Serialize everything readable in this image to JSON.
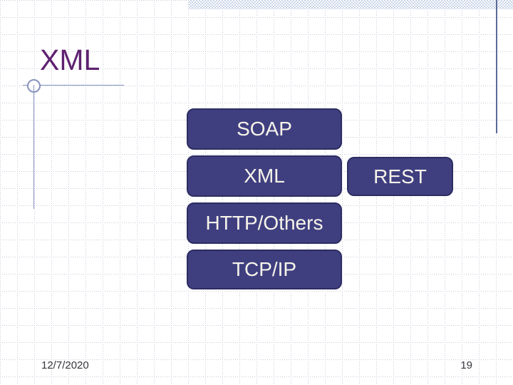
{
  "slide": {
    "title": "XML",
    "diagram": {
      "boxes": [
        {
          "id": "soap",
          "label": "SOAP"
        },
        {
          "id": "xml",
          "label": "XML"
        },
        {
          "id": "rest",
          "label": "REST"
        },
        {
          "id": "http_others",
          "label": "HTTP/Others"
        },
        {
          "id": "tcp_ip",
          "label": "TCP/IP"
        }
      ]
    },
    "footer": {
      "date": "12/7/2020",
      "page_number": "19"
    },
    "colors": {
      "box_fill": "#3f3f80",
      "box_border": "#2d2d62",
      "box_text": "#f7f4ea",
      "title_text": "#5e2170",
      "ornament_line": "#8693be",
      "right_accent_line": "#5a6a99",
      "checker_band": "#c9d3e8",
      "grid_line": "#c6cad7",
      "footer_text": "#35353d"
    }
  }
}
